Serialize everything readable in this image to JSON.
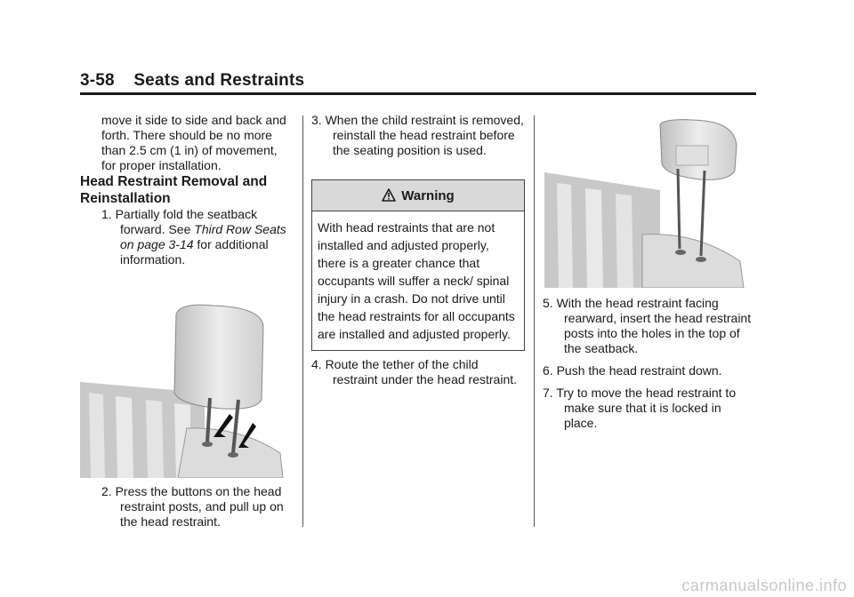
{
  "header": {
    "page": "3-58",
    "title": "Seats and Restraints"
  },
  "col1": {
    "intro": "move it side to side and back and forth. There should be no more than 2.5 cm (1 in) of movement, for proper installation.",
    "subhead": "Head Restraint Removal and Reinstallation",
    "step1_pre": "1. Partially fold the seatback forward. See ",
    "step1_ref": "Third Row Seats on page 3-14",
    "step1_post": " for additional information.",
    "step2": "2. Press the buttons on the head restraint posts, and pull up on the head restraint."
  },
  "col2": {
    "step3": "3. When the child restraint is removed, reinstall the head restraint before the seating position is used.",
    "warning_title": "Warning",
    "warning_body": "With head restraints that are not installed and adjusted properly, there is a greater chance that occupants will suffer a neck/ spinal injury in a crash. Do not drive until the head restraints for all occupants are installed and adjusted properly.",
    "step4": "4. Route the tether of the child restraint under the head restraint."
  },
  "col3": {
    "step5": "5. With the head restraint facing rearward, insert the head restraint posts into the holes in the top of the seatback.",
    "step6": "6. Push the head restraint down.",
    "step7": "7. Try to move the head restraint to make sure that it is locked in place."
  },
  "footer": "carmanualsonline.info"
}
